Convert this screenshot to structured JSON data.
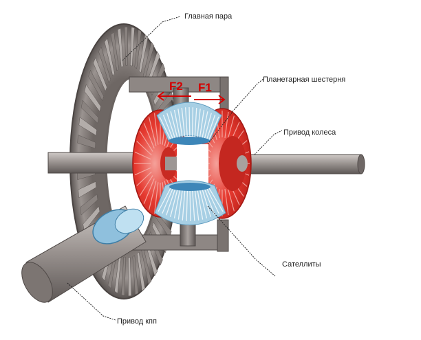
{
  "labels": {
    "main_pair": "Главная пара",
    "side_gear": "Планетарная шестерня",
    "wheel_drive": "Привод колеса",
    "satellites": "Сателлиты",
    "gearbox_drive": "Привод кпп"
  },
  "forces": {
    "f2": "F2",
    "f1": "F1"
  },
  "colors": {
    "side_gear": "#e2332b",
    "satellite": "#a7cfe4",
    "metal": "#8c8481",
    "force_arrow": "#d40000"
  }
}
